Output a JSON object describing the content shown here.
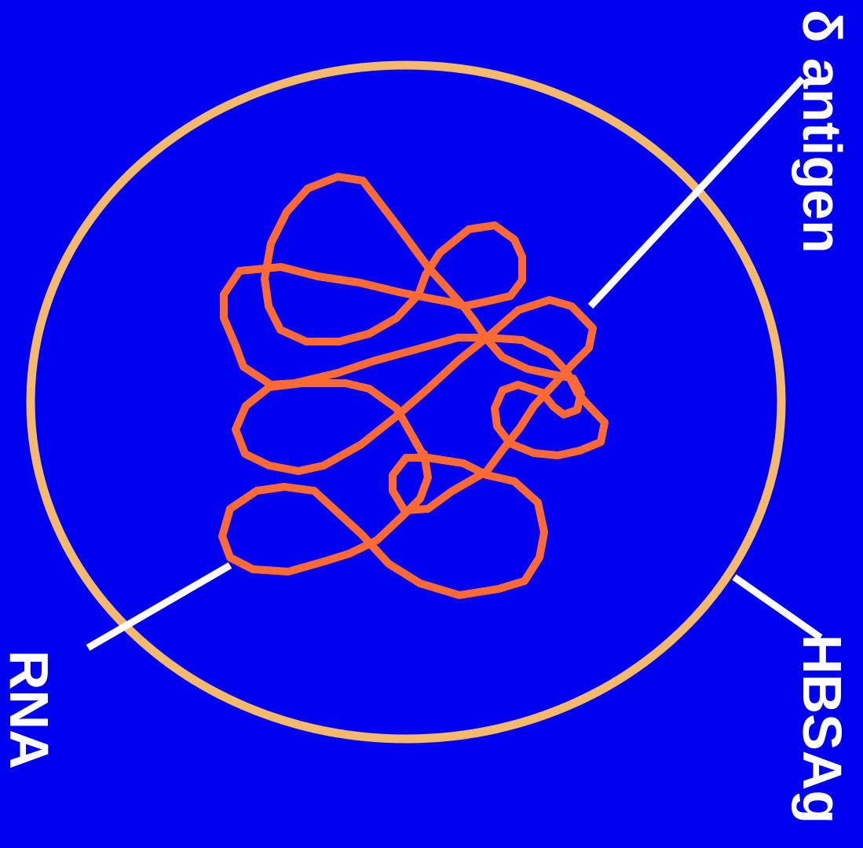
{
  "labels": {
    "delta_antigen": "δ antigen",
    "hbsag": "HBSAg",
    "rna": "RNA"
  },
  "colors": {
    "background": "#0000F0",
    "envelope": "#F5B96A",
    "rna_strand": "#FF6A33",
    "leader_lines": "#FFFFFF",
    "label_text": "#FFFFFF"
  }
}
